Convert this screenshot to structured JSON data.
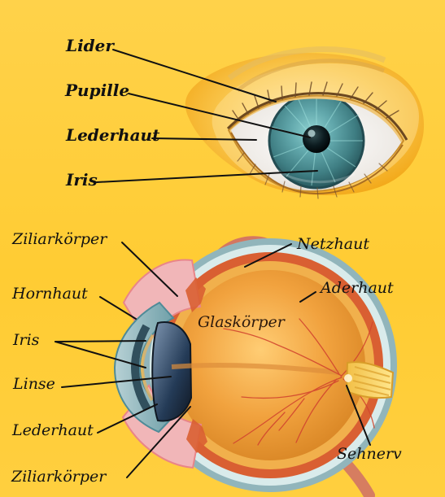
{
  "diagram": {
    "external_eye_labels": [
      "Lider",
      "Pupille",
      "Lederhaut",
      "Iris"
    ],
    "cross_section_labels": {
      "left": [
        "Ziliarkörper",
        "Hornhaut",
        "Iris",
        "Linse",
        "Lederhaut",
        "Ziliarkörper"
      ],
      "right": [
        "Netzhaut",
        "Aderhaut",
        "Sehnerv"
      ],
      "inside": "Glaskörper"
    }
  },
  "colors": {
    "background": "#ffcc33",
    "iris": "#4f8e93",
    "pupil": "#08171a",
    "sclera": "#f6f4ef",
    "lens": "#203247",
    "vitreous": "#e6962d",
    "retina": "#f2b24a",
    "vessels": "#d2462f",
    "muscle": "#cf6e66",
    "leader_line": "#111111"
  }
}
